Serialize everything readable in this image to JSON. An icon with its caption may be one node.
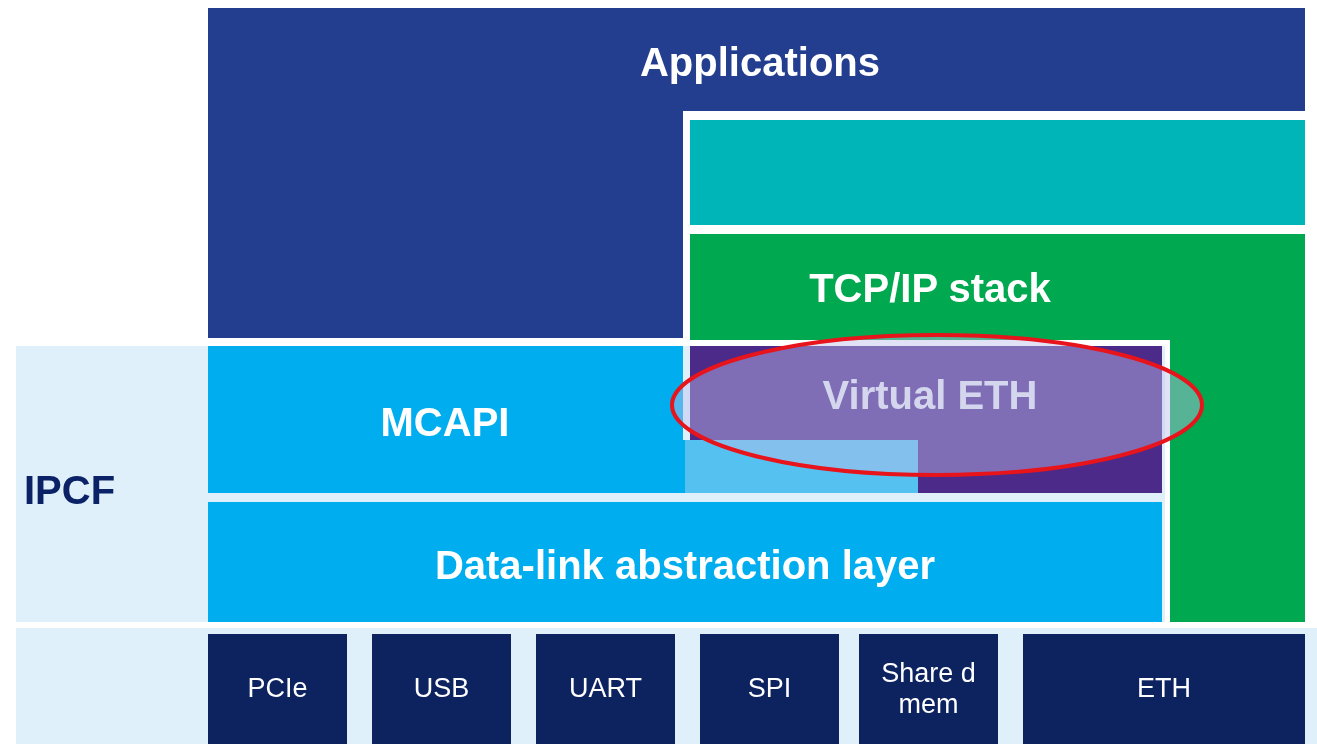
{
  "diagram": {
    "nodes": [
      {
        "text": [
          "Applications"
        ]
      },
      {
        "text": [],
        "shape": "box"
      },
      {
        "text": [
          "TCP/IP stack"
        ]
      },
      {
        "text": [
          "IPCF"
        ]
      },
      {
        "text": [
          "MCAPI"
        ],
        "in": 3
      },
      {
        "text": [
          "Virtual ETH"
        ],
        "in": 3
      },
      {
        "text": [
          "Data-link abstraction layer"
        ],
        "in": 3
      },
      {
        "text": [],
        "shape": "box"
      },
      {
        "text": [
          "PCIe"
        ],
        "in": 7
      },
      {
        "text": [
          "USB"
        ],
        "in": 7
      },
      {
        "text": [
          "UART"
        ],
        "in": 7
      },
      {
        "text": [
          "SPI"
        ],
        "in": 7
      },
      {
        "text": [
          "Share d mem"
        ],
        "in": 7
      },
      {
        "text": [
          "ETH"
        ],
        "in": 7
      }
    ],
    "edges": []
  }
}
